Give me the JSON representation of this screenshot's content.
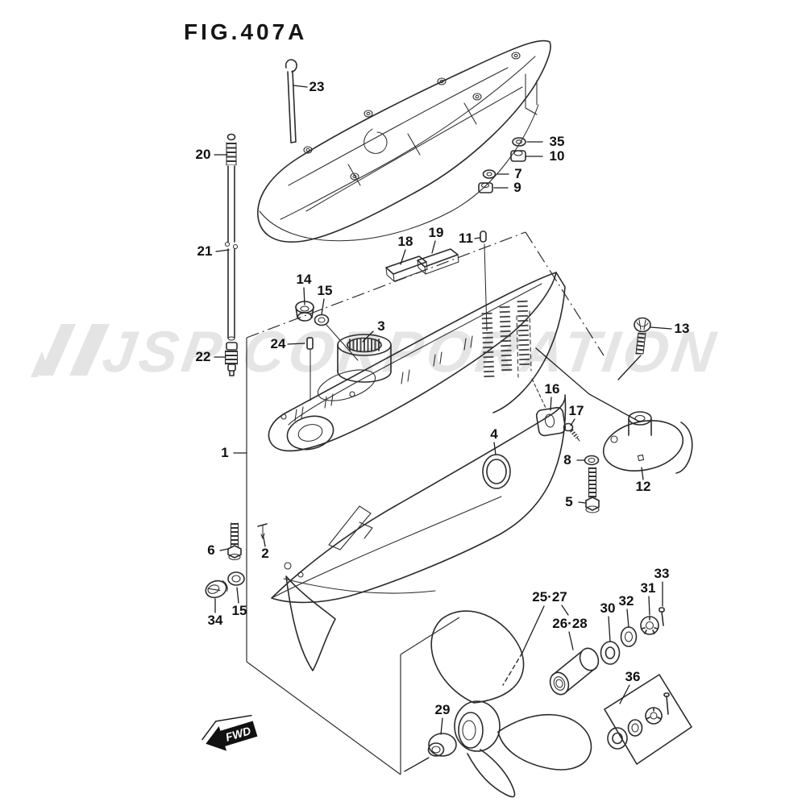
{
  "figure": {
    "title": "FIG.407A"
  },
  "watermark": {
    "text": "JSP CORPORATION",
    "color": "#e5e5e5"
  },
  "fwd_arrow": {
    "text": "FWD"
  },
  "part_labels": {
    "n1": "1",
    "n2": "2",
    "n3": "3",
    "n4": "4",
    "n5": "5",
    "n6": "6",
    "n7": "7",
    "n8": "8",
    "n9": "9",
    "n10": "10",
    "n11": "11",
    "n12": "12",
    "n13": "13",
    "n14": "14",
    "n15": "15",
    "n16": "16",
    "n17": "17",
    "n18": "18",
    "n19": "19",
    "n20": "20",
    "n21": "21",
    "n22": "22",
    "n23": "23",
    "n24": "24",
    "n25_27": "25·27",
    "n26_28": "26·28",
    "n29": "29",
    "n30": "30",
    "n31": "31",
    "n32": "32",
    "n33": "33",
    "n34": "34",
    "n35": "35",
    "n36": "36"
  }
}
